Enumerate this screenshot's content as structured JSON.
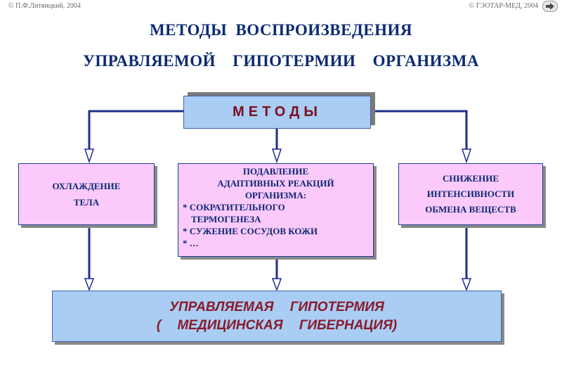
{
  "header": {
    "copyright_left": "© П.Ф.Литвицкий, 2004",
    "copyright_right": "© ГЭОТАР-МЕД, 2004",
    "title_line1": "МЕТОДЫ ВОСПРОИЗВЕДЕНИЯ",
    "title_line2": "УПРАВЛЯЕМОЙ ГИПОТЕРМИИ ОРГАНИЗМА"
  },
  "diagram": {
    "root_label": "МЕТОДЫ",
    "cooling": {
      "line1": "ОХЛАЖДЕНИЕ",
      "line2": "ТЕЛА"
    },
    "suppression": {
      "head1": "ПОДАВЛЕНИЕ",
      "head2": "АДАПТИВНЫХ РЕАКЦИЙ",
      "head3": "ОРГАНИЗМА:",
      "item1_line1": "* СОКРАТИТЕЛЬНОГО",
      "item1_line2": "ТЕРМОГЕНЕЗА",
      "item2": "* СУЖЕНИЕ СОСУДОВ КОЖИ",
      "item3": "* …"
    },
    "reduction": {
      "line1": "СНИЖЕНИЕ",
      "line2": "ИНТЕНСИВНОСТИ",
      "line3": "ОБМЕНА ВЕЩЕСТВ"
    },
    "result": {
      "line1": "УПРАВЛЯЕМАЯ ГИПОТЕРМИЯ",
      "line2": "( МЕДИЦИНСКАЯ ГИБЕРНАЦИЯ)"
    }
  },
  "colors": {
    "blue_box": "#a9cdf3",
    "pink_box": "#fcc9fb",
    "title_text": "#0b2a72",
    "accent_text": "#8a1a2a",
    "connector": "#1c2f8f"
  },
  "icons": {
    "nav": "arrow-right-icon"
  }
}
